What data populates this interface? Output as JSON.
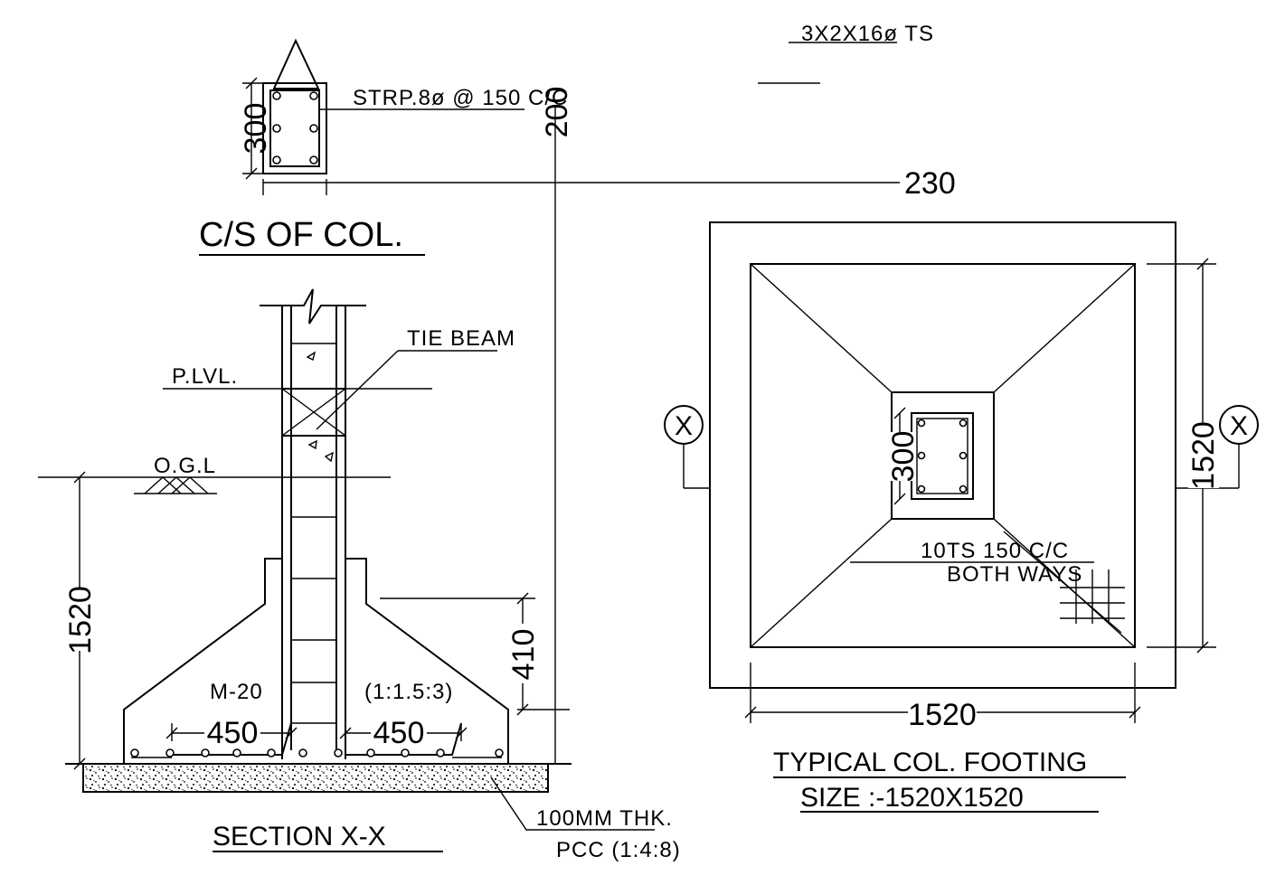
{
  "labels": {
    "ts_note": "3X2X16ø TS",
    "stirrup_note": "STRP.8ø @ 150 C/C",
    "col_depth": "300",
    "col_width": "200",
    "col_length": "230",
    "cs_title": "C/S OF COL.",
    "tie_beam": "TIE BEAM",
    "plinth_level": "P.LVL.",
    "ogl": "O.G.L",
    "depth_1520": "1520",
    "height_410": "410",
    "grade": "M-20",
    "mix": "(1:1.5:3)",
    "offset_left": "450",
    "offset_right": "450",
    "section_title": "SECTION X-X",
    "pcc_thk": "100MM THK.",
    "pcc_mix": "PCC (1:4:8)",
    "marker_left": "X",
    "marker_right": "X",
    "plan_col_dim": "300",
    "plan_side_dim": "1520",
    "plan_bottom_dim": "1520",
    "rebar_note_1": "10TS 150 C/C",
    "rebar_note_2": "BOTH WAYS",
    "plan_title_1": "TYPICAL COL. FOOTING",
    "plan_title_2": "SIZE :-1520X1520"
  },
  "colors": {
    "line": "#000000",
    "background": "#ffffff"
  }
}
